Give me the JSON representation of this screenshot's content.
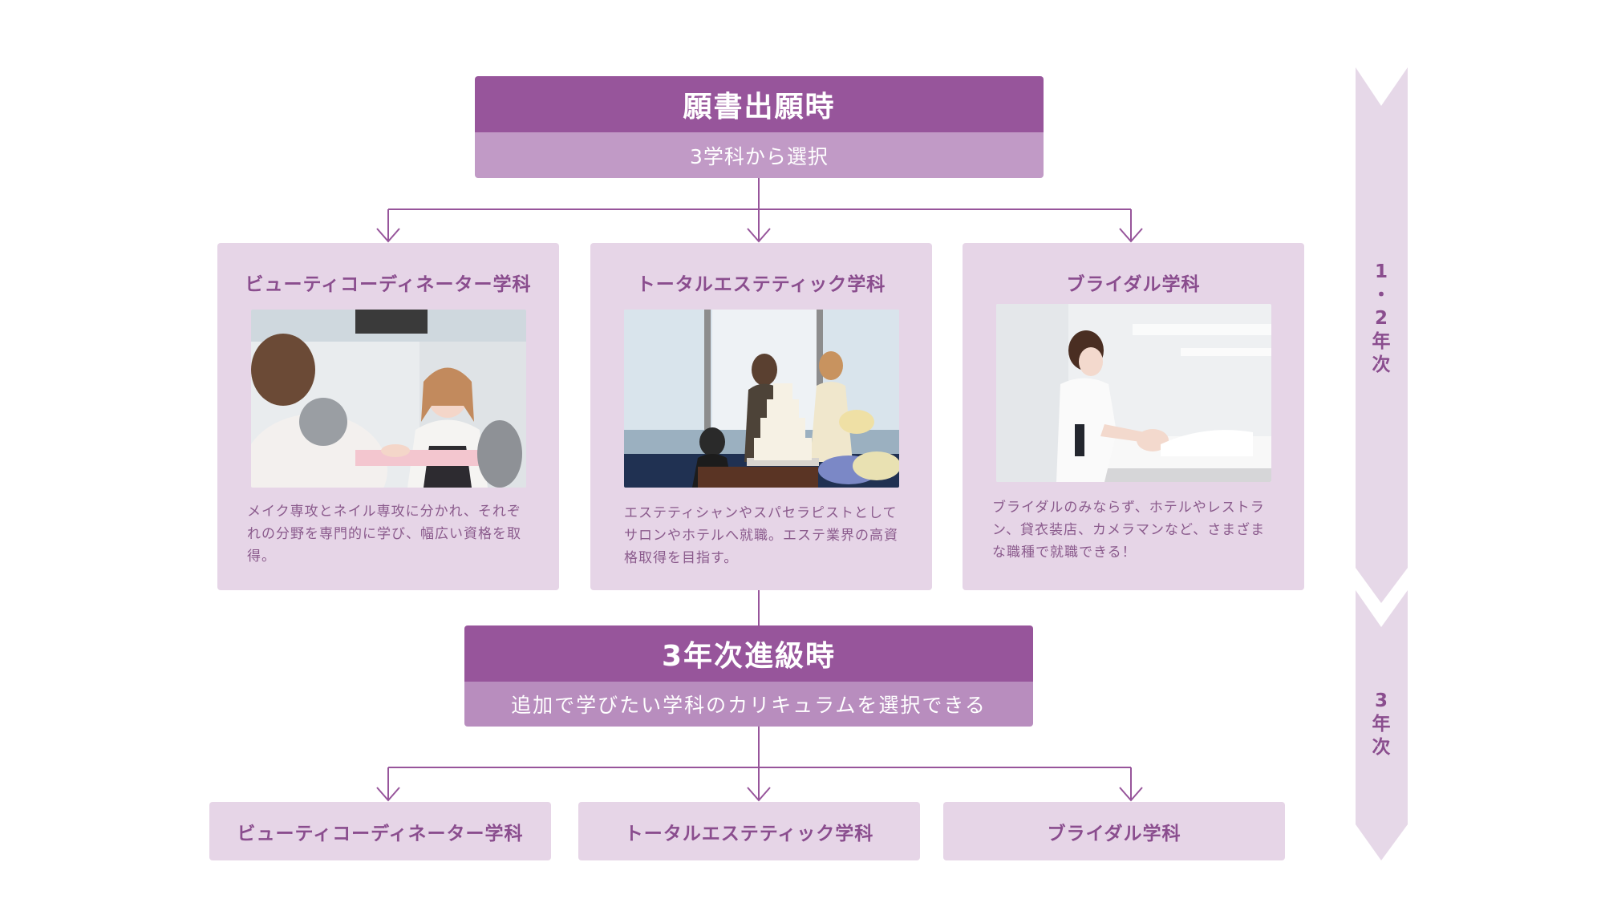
{
  "application": {
    "title": "願書出願時",
    "subtitle": "3学科から選択"
  },
  "courses": [
    {
      "title": "ビューティコーディネーター学科",
      "description": "メイク専攻とネイル専攻に分かれ、それぞれの分野を専門的に学び、幅広い資格を取得。",
      "photo": "nail-salon-photo"
    },
    {
      "title": "トータルエステティック学科",
      "description": "エステティシャンやスパセラピストとしてサロンやホテルへ就職。エステ業界の高資格取得を目指す。",
      "photo": "wedding-cake-photo"
    },
    {
      "title": "ブライダル学科",
      "description": "ブライダルのみならず、ホテルやレストラン、貸衣装店、カメラマンなど、さまざまな職種で就職できる！",
      "photo": "facial-treatment-photo"
    }
  ],
  "third_year": {
    "title": "3年次進級時",
    "subtitle": "追加で学びたい学科のカリキュラムを選択できる"
  },
  "bottom_courses": [
    "ビューティコーディネーター学科",
    "トータルエステティック学科",
    "ブライダル学科"
  ],
  "timeline": {
    "stage1": "1\n・\n2\n年\n次",
    "stage2": "3\n年\n次"
  },
  "colors": {
    "header_dark": "#97559b",
    "header_light": "#c19ac6",
    "card_bg": "#e6d5e7",
    "text_purple": "#8a4d8e",
    "arrow_bg": "#e6d8e8"
  }
}
